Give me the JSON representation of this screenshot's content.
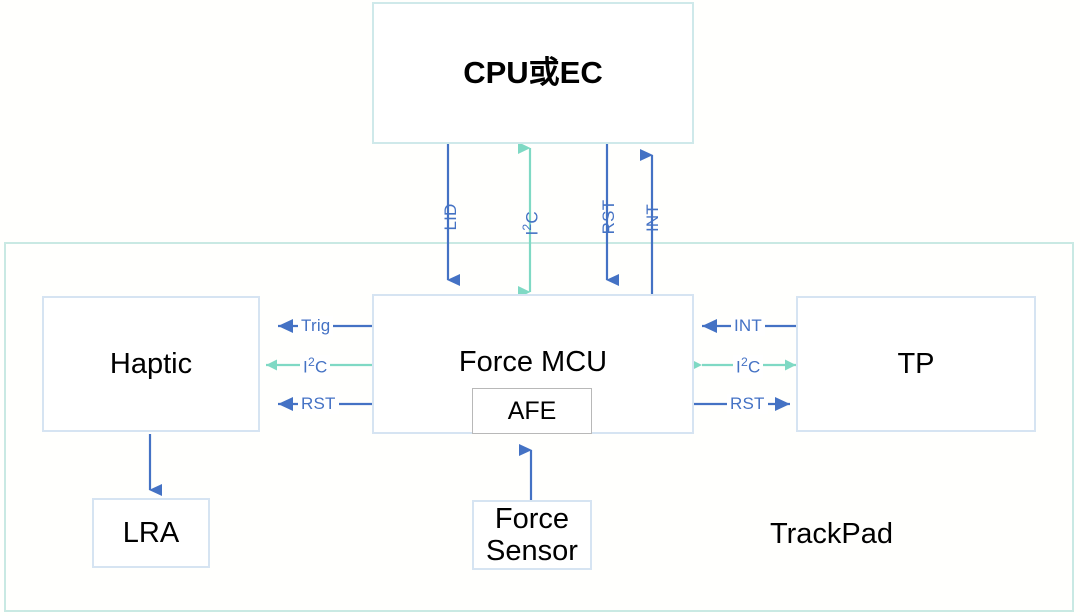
{
  "diagram": {
    "title_visible": false,
    "colors": {
      "blue_arrow": "#4472c4",
      "teal_arrow": "#7fd9c4",
      "label_text": "#4472c4",
      "cpu_border": "#cfe9ea",
      "block_border": "#d6e4f2",
      "afe_border": "#b8b8b8",
      "container_border": "#c9e9e3",
      "background": "#fffffd"
    },
    "blocks": {
      "cpu": {
        "label": "CPU或EC"
      },
      "force_mcu": {
        "label": "Force MCU"
      },
      "afe": {
        "label": "AFE"
      },
      "haptic": {
        "label": "Haptic"
      },
      "tp": {
        "label": "TP"
      },
      "lra": {
        "label": "LRA"
      },
      "force_sensor": {
        "label_line1": "Force",
        "label_line2": "Sensor"
      }
    },
    "container": {
      "label": "TrackPad"
    },
    "signals": {
      "cpu_to_mcu": [
        {
          "name": "LID",
          "label": "LID",
          "direction": "down",
          "color": "blue"
        },
        {
          "name": "I2C",
          "label": "I²C",
          "direction": "both",
          "color": "teal"
        },
        {
          "name": "RST",
          "label": "RST",
          "direction": "down",
          "color": "blue"
        },
        {
          "name": "INT",
          "label": "INT",
          "direction": "up",
          "color": "blue"
        }
      ],
      "haptic_to_mcu": [
        {
          "name": "Trig",
          "label": "Trig",
          "direction": "left",
          "color": "blue"
        },
        {
          "name": "I2C",
          "label": "I²C",
          "direction": "both",
          "color": "teal"
        },
        {
          "name": "RST",
          "label": "RST",
          "direction": "left",
          "color": "blue"
        }
      ],
      "mcu_to_tp": [
        {
          "name": "INT",
          "label": "INT",
          "direction": "left",
          "color": "blue"
        },
        {
          "name": "I2C",
          "label": "I²C",
          "direction": "both",
          "color": "teal"
        },
        {
          "name": "RST",
          "label": "RST",
          "direction": "right",
          "color": "blue"
        }
      ],
      "haptic_to_lra": {
        "name": "drive",
        "label": "",
        "direction": "down",
        "color": "blue"
      },
      "sensor_to_afe": {
        "name": "sense",
        "label": "",
        "direction": "up",
        "color": "blue"
      }
    }
  }
}
